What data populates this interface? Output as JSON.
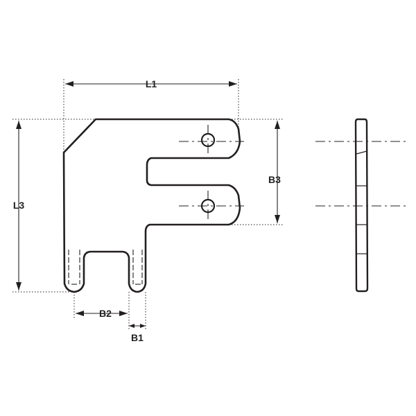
{
  "dimensions": {
    "l1": "L1",
    "l3": "L3",
    "b3": "B3",
    "b2": "B2",
    "b1": "B1"
  }
}
